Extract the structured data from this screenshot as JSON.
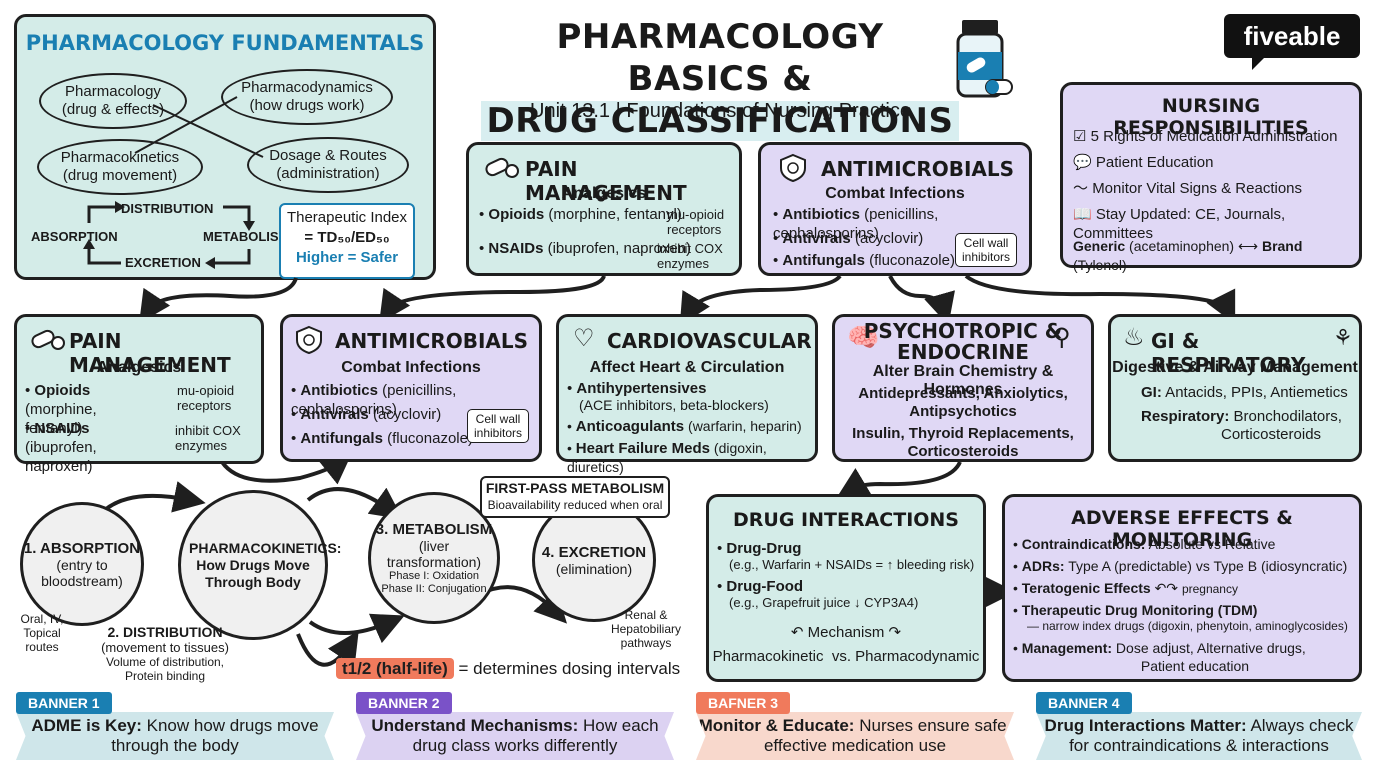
{
  "header": {
    "title_line1": "PHARMACOLOGY BASICS &",
    "title_line2": "DRUG CLASSIFICATIONS",
    "subtitle": "Unit 13.1 | Foundations of Nursing Practice",
    "logo": "fiveable"
  },
  "fundamentals": {
    "title": "PHARMACOLOGY FUNDAMENTALS",
    "ovals": [
      {
        "title": "Pharmacology",
        "sub": "(drug & effects)"
      },
      {
        "title": "Pharmacodynamics",
        "sub": "(how drugs work)"
      },
      {
        "title": "Pharmacokinetics",
        "sub": "(drug movement)"
      },
      {
        "title": "Dosage & Routes",
        "sub": "(administration)"
      }
    ],
    "cycle": {
      "distribution": "DISTRIBUTION",
      "absorption": "ABSORPTION",
      "metabolism": "METABOLISM",
      "excretion": "EXCRETION"
    },
    "therapeutic_index": {
      "title": "Therapeutic Index",
      "formula": "= TD₅₀/ED₅₀",
      "note": "Higher = Safer"
    }
  },
  "top_pain": {
    "title": "PAIN MANAGEMENT",
    "sub": "Analgesics",
    "opioids_bold": "Opioids",
    "opioids_rest": " (morphine, fentanyl)",
    "opioids_note": "mu-opioid receptors",
    "nsaids_bold": "NSAIDs",
    "nsaids_rest": " (ibuprofen, naproxen)",
    "nsaids_note": "inhibit COX enzymes"
  },
  "top_antimicrobials": {
    "title": "ANTIMICROBIALS",
    "sub": "Combat Infections",
    "antibiotics_bold": "Antibiotics",
    "antibiotics_rest": " (penicillins, cephalosporins)",
    "antivirals_bold": "Antivirals",
    "antivirals_rest": " (acyclovir)",
    "antifungals_bold": "Antifungals",
    "antifungals_rest": " (fluconazole)",
    "note": "Cell wall inhibitors"
  },
  "nursing": {
    "title": "NURSING RESPONSIBILITIES",
    "items": [
      "5 Rights of Medication Administration",
      "Patient Education",
      "Monitor Vital Signs & Reactions",
      "Stay Updated: CE, Journals, Committees"
    ],
    "generic_bold": "Generic",
    "generic_rest": " (acetaminophen)",
    "brand_bold": "Brand",
    "brand_rest": " (Tylenol)"
  },
  "row_pain": {
    "title": "PAIN MANAGEMENT",
    "sub": "Analgesics",
    "opioids_bold": "Opioids",
    "opioids_rest": " (morphine, fentanyl)",
    "opioids_note": "mu-opioid receptors",
    "nsaids_bold": "NSAIDs",
    "nsaids_rest": "(ibuprofen, naproxen)",
    "nsaids_note": "inhibit COX enzymes"
  },
  "row_antimicrobials": {
    "title": "ANTIMICROBIALS",
    "sub": "Combat Infections",
    "antibiotics_bold": "Antibiotics",
    "antibiotics_rest": " (penicillins, cephalosporins)",
    "antivirals_bold": "Antivirals",
    "antivirals_rest": " (acyclovir)",
    "antifungals_bold": "Antifungals",
    "antifungals_rest": " (fluconazole)",
    "note": "Cell wall inhibitors"
  },
  "cardio": {
    "title": "CARDIOVASCULAR",
    "sub": "Affect Heart & Circulation",
    "i1_bold": "Antihypertensives",
    "i1_rest": "(ACE inhibitors, beta-blockers)",
    "i2_bold": "Anticoagulants",
    "i2_rest": " (warfarin, heparin)",
    "i3_bold": "Heart Failure Meds",
    "i3_rest": " (digoxin, diuretics)"
  },
  "psycho": {
    "title_line1": "PSYCHOTROPIC &",
    "title_line2": "ENDOCRINE",
    "sub": "Alter Brain Chemistry & Hormones",
    "line1": "Antidepressants, Anxiolytics,",
    "line2": "Antipsychotics",
    "line3": "Insulin, Thyroid Replacements,",
    "line4": "Corticosteroids"
  },
  "gi": {
    "title": "GI & RESPIRATORY",
    "sub": "Digestive & Airway Management",
    "gi_bold": "GI:",
    "gi_rest": " Antacids, PPIs, Antiemetics",
    "resp_bold": "Respiratory:",
    "resp_rest": " Bronchodilators,",
    "resp_rest2": "Corticosteroids"
  },
  "adme": {
    "absorption": {
      "title": "1. ABSORPTION",
      "sub": "(entry to bloodstream)"
    },
    "absorption_note": "Oral, IV, Topical routes",
    "center": "PHARMACOKINETICS: How Drugs Move Through Body",
    "distribution": {
      "title": "2. DISTRIBUTION",
      "sub": "(movement to tissues)",
      "note": "Volume of distribution, Protein binding"
    },
    "metabolism": {
      "title": "3. METABOLISM",
      "sub": "(liver transformation)",
      "p1": "Phase I: Oxidation",
      "p2": "Phase II: Conjugation"
    },
    "excretion": {
      "title": "4. EXCRETION",
      "sub": "(elimination)"
    },
    "excretion_note": "Renal & Hepatobiliary pathways",
    "first_pass_title": "FIRST-PASS METABOLISM",
    "first_pass_sub": "Bioavailability reduced when oral",
    "half_life_tag": "t1/2 (half-life)",
    "half_life_text": "= determines dosing intervals"
  },
  "interactions": {
    "title": "DRUG INTERACTIONS",
    "dd_bold": "Drug-Drug",
    "dd_example": "(e.g., Warfarin + NSAIDs = ↑ bleeding risk)",
    "df_bold": "Drug-Food",
    "df_example": "(e.g., Grapefruit juice ↓ CYP3A4)",
    "mechanism": "Mechanism",
    "pk_pd": "Pharmacokinetic  vs. Pharmacodynamic"
  },
  "adverse": {
    "title": "ADVERSE EFFECTS & MONITORING",
    "c_bold": "Contraindications:",
    "c_rest": " Absolute vs Relative",
    "adr_bold": "ADRs:",
    "adr_rest": " Type A (predictable) vs Type B (idiosyncratic)",
    "t_bold": "Teratogenic Effects",
    "t_note": "pregnancy",
    "tdm_bold": "Therapeutic Drug Monitoring (TDM)",
    "tdm_note": "— narrow index drugs (digoxin, phenytoin, aminoglycosides)",
    "m_bold": "Management:",
    "m_rest": " Dose adjust, Alternative drugs,",
    "m_rest2": "Patient education"
  },
  "banners": [
    {
      "tag": "BANNER 1",
      "bold": "ADME is Key:",
      "rest": " Know how drugs move through the body"
    },
    {
      "tag": "BANNER 2",
      "bold": "Understand Mechanisms:",
      "rest": " How each drug class works differently"
    },
    {
      "tag": "BAFNER 3",
      "bold": "Monitor & Educate:",
      "rest": " Nurses ensure safe, effective medication use"
    },
    {
      "tag": "BANNER 4",
      "bold": "Drug Interactions Matter:",
      "rest": " Always check for contraindications & interactions"
    }
  ],
  "colors": {
    "teal_box": "#d4ece8",
    "purple_box": "#e0d8f5",
    "accent_blue": "#1a7fb2",
    "half_life_tag": "#f07a5c"
  }
}
